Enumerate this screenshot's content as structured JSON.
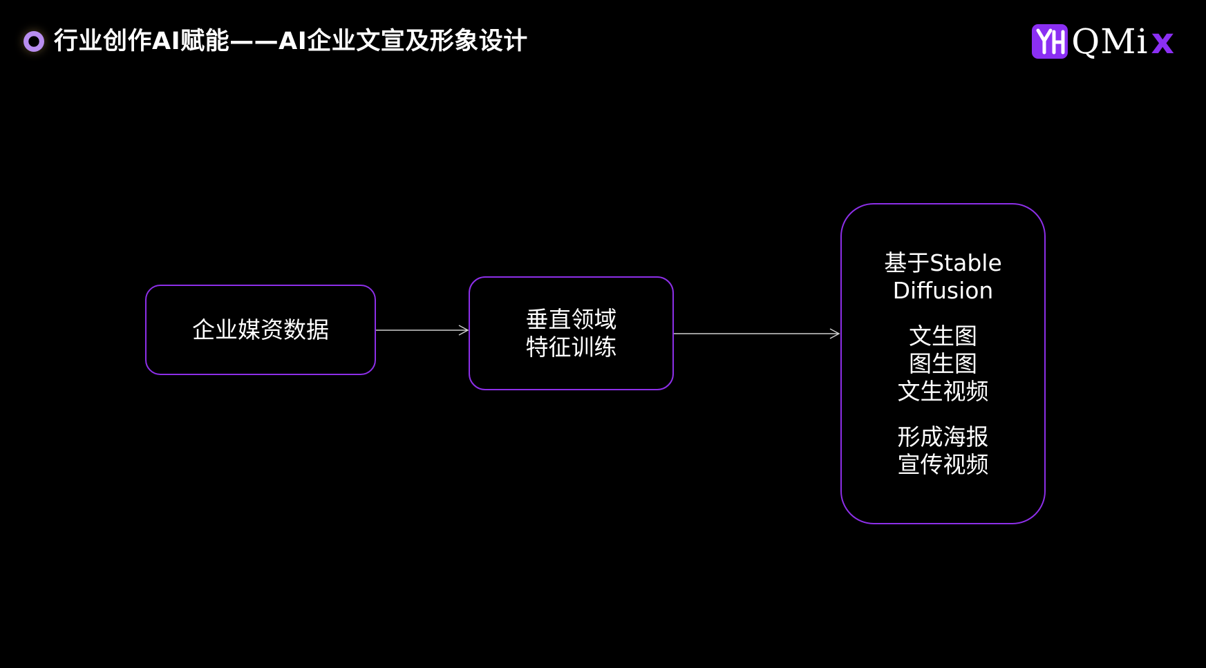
{
  "header": {
    "title": "行业创作AI赋能——AI企业文宣及形象设计"
  },
  "logo": {
    "text": "QMi",
    "accent": "x",
    "mark_letters": "YH",
    "mark_color": "#8b2ff3"
  },
  "flow": {
    "node_1": {
      "lines": [
        "企业媒资数据"
      ]
    },
    "node_2": {
      "lines": [
        "垂直领域",
        "特征训练"
      ]
    },
    "node_3": {
      "group_1": [
        "基于Stable",
        "Diffusion"
      ],
      "group_2": [
        "文生图",
        "图生图",
        "文生视频"
      ],
      "group_3": [
        "形成海报",
        "宣传视频"
      ]
    }
  },
  "colors": {
    "background": "#000000",
    "box_border": "#8d2fe8",
    "arrow": "#cfcfcf",
    "bullet": "#b98ef0"
  }
}
